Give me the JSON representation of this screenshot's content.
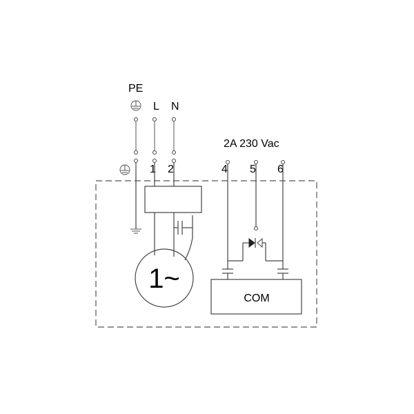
{
  "supply": {
    "pe_label": "PE",
    "l_label": "L",
    "n_label": "N"
  },
  "terminals": {
    "t1": "1",
    "t2": "2",
    "t4": "4",
    "t5": "5",
    "t6": "6"
  },
  "relay": {
    "rating": "2A 230 Vac",
    "com_label": "COM"
  },
  "motor": {
    "label": "1~"
  },
  "colors": {
    "line": "#444444",
    "dashed_border": "#555555",
    "text": "#000000"
  }
}
